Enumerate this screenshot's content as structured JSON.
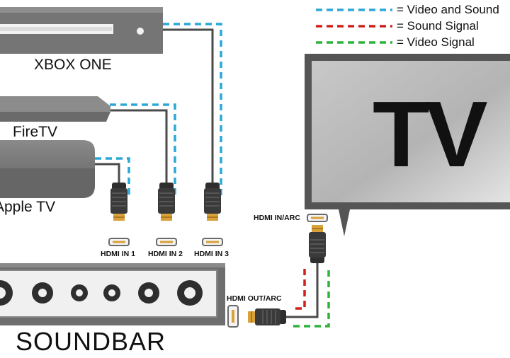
{
  "legend": {
    "video_and_sound": "= Video and Sound",
    "sound_signal": "= Sound Signal",
    "video_signal": "= Video Signal"
  },
  "colors": {
    "video_and_sound": "#2aa8d8",
    "sound_signal": "#d0201c",
    "video_signal": "#2fb33a",
    "cable": "#4a4a4a",
    "device_body": "#707070",
    "device_light": "#9a9a9a",
    "connector_gold": "#d9a13a"
  },
  "devices": {
    "xbox": "XBOX ONE",
    "firetv": "FireTV",
    "appletv": "Apple TV",
    "tv": "TV",
    "soundbar": "SOUNDBAR"
  },
  "ports": {
    "hdmi_in_1": "HDMI IN 1",
    "hdmi_in_2": "HDMI IN 2",
    "hdmi_in_3": "HDMI IN 3",
    "hdmi_in_arc": "HDMI IN/ARC",
    "hdmi_out_arc": "HDMI OUT/ARC"
  }
}
